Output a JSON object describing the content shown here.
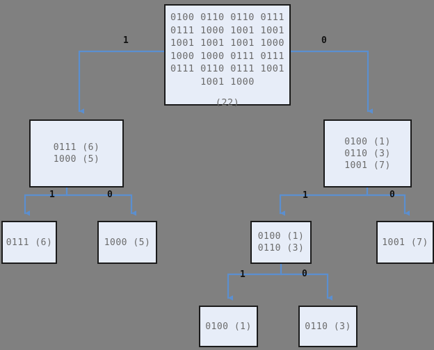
{
  "diagram": {
    "type": "huffman-decision-tree",
    "background_color": "#808080",
    "node_fill_color": "#e7edf8",
    "node_border_color": "#1a1a1a",
    "edge_color": "#5b8fd0",
    "text_color": "#6a6a6a",
    "edge_label_color": "#111111",
    "nodes": [
      {
        "id": "root",
        "name": "root-node",
        "lines": [
          "0100 0110 0110 0111",
          "0111 1000 1001 1001",
          "1001 1001 1001 1000",
          "1000 1000 0111 0111",
          "0111 0110 0111 1001",
          "1001 1000"
        ],
        "count": "(22)"
      },
      {
        "id": "l1-left",
        "name": "node-level1-left",
        "lines": [
          "0111 (6)",
          "1000 (5)"
        ]
      },
      {
        "id": "l1-right",
        "name": "node-level1-right",
        "lines": [
          "0100 (1)",
          "0110 (3)",
          "1001 (7)"
        ]
      },
      {
        "id": "l2-a",
        "name": "leaf-0111",
        "lines": [
          "0111 (6)"
        ]
      },
      {
        "id": "l2-b",
        "name": "leaf-1000",
        "lines": [
          "1000 (5)"
        ]
      },
      {
        "id": "l2-c",
        "name": "node-level2-0100-0110",
        "lines": [
          "0100 (1)",
          "0110 (3)"
        ]
      },
      {
        "id": "l2-d",
        "name": "leaf-1001",
        "lines": [
          "1001 (7)"
        ]
      },
      {
        "id": "l3-a",
        "name": "leaf-0100",
        "lines": [
          "0100 (1)"
        ]
      },
      {
        "id": "l3-b",
        "name": "leaf-0110",
        "lines": [
          "0110 (3)"
        ]
      }
    ],
    "edge_labels": [
      {
        "id": "e-root-left",
        "name": "edge-label-root-left",
        "text": "1"
      },
      {
        "id": "e-root-right",
        "name": "edge-label-root-right",
        "text": "0"
      },
      {
        "id": "e-l1left-left",
        "name": "edge-label-level1-left-one",
        "text": "1"
      },
      {
        "id": "e-l1left-right",
        "name": "edge-label-level1-left-zero",
        "text": "0"
      },
      {
        "id": "e-l1right-left",
        "name": "edge-label-level1-right-one",
        "text": "1"
      },
      {
        "id": "e-l1right-right",
        "name": "edge-label-level1-right-zero",
        "text": "0"
      },
      {
        "id": "e-l2c-left",
        "name": "edge-label-level2-one",
        "text": "1"
      },
      {
        "id": "e-l2c-right",
        "name": "edge-label-level2-zero",
        "text": "0"
      }
    ]
  }
}
